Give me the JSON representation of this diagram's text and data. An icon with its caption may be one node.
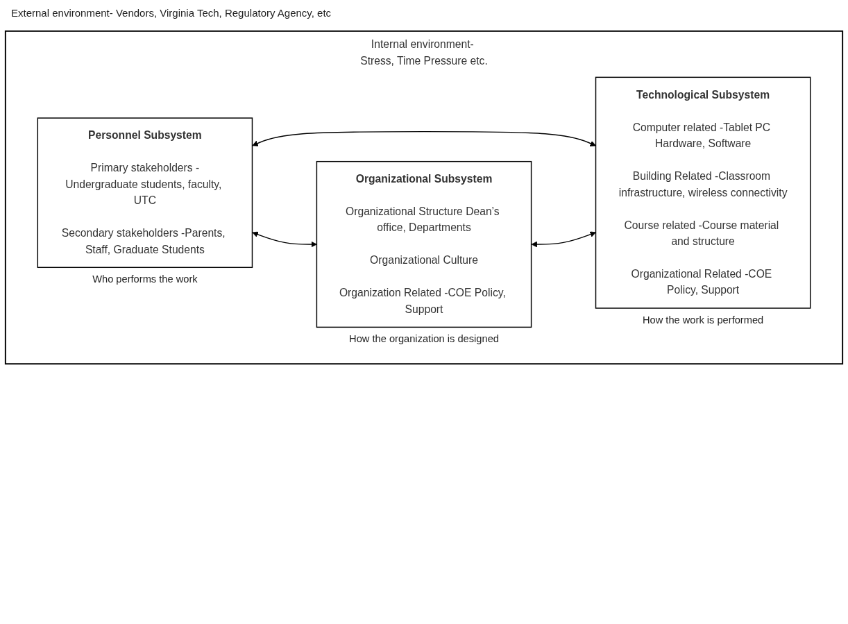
{
  "diagram": {
    "title": "External environment- Vendors, Virginia Tech, Regulatory Agency, etc",
    "nodes": [
      {
        "text": [
          "Internal environment- Stress, Time Pressure etc."
        ]
      },
      {
        "text": [
          "Personnel Subsystem",
          "Primary stakeholders -Undergraduate students, faculty, UTC",
          "Secondary stakeholders -Parents, Staff, Graduate Students"
        ],
        "in": 0,
        "beside": [
          "Who performs the work"
        ]
      },
      {
        "text": [
          "Technological Subsystem",
          "Computer related -Tablet PC Hardware, Software",
          "Building Related -Classroom infrastructure, wireless connectivity",
          "Course related -Course material and structure",
          "Organizational Related -COE Policy, Support"
        ],
        "in": 0,
        "beside": [
          "How  the work is performed"
        ]
      },
      {
        "text": [
          "Organizational Subsystem",
          "Organizational Structure Dean’s office, Departments",
          "Organizational Culture",
          "Organization Related -COE Policy, Support"
        ],
        "in": 0,
        "beside": [
          "How the organization is designed"
        ]
      }
    ],
    "edges": [
      {
        "from": 1,
        "to": 2,
        "arrow": "both"
      },
      {
        "from": 1,
        "to": 3,
        "arrow": "both"
      },
      {
        "from": 3,
        "to": 2,
        "arrow": "both"
      }
    ]
  }
}
